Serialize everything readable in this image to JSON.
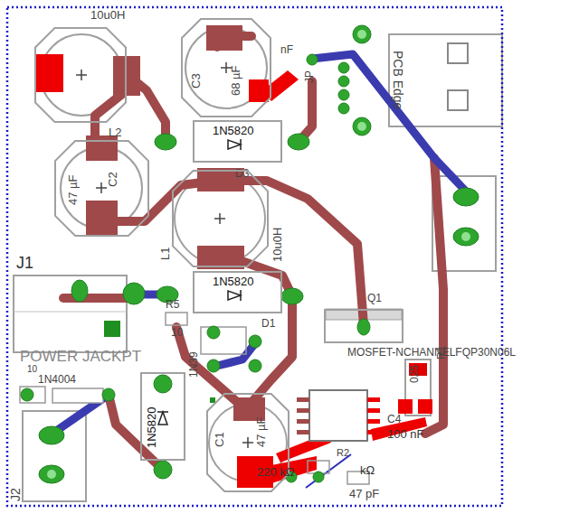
{
  "diagram": {
    "nodes": [
      {
        "text": [
          "10u0H",
          "L2"
        ]
      },
      {
        "text": [
          "C3",
          "68 µF"
        ]
      },
      {
        "text": [
          "1N5820",
          "D3"
        ]
      },
      {
        "text": [
          "47 µF",
          "C2"
        ]
      },
      {
        "text": [
          "L1",
          "10u0H"
        ]
      },
      {
        "text": [
          "1N5820",
          "D1"
        ]
      },
      {
        "text": [
          "Q1",
          "MOSFET-NCHANNELFQP30N06L"
        ]
      },
      {
        "text": [
          "1N5820"
        ]
      },
      {
        "text": [
          "C1",
          "47 µF"
        ]
      }
    ],
    "labels": [
      "JP",
      "nF",
      "PCB Edge",
      "J1",
      "POWER JACKPT",
      "R5",
      "10",
      "1N39",
      "10",
      "1N4004",
      "R1",
      "025",
      "C4",
      "100 nF",
      "220 kΩ",
      "R2",
      "kΩ",
      "47 pF",
      "J2"
    ]
  }
}
